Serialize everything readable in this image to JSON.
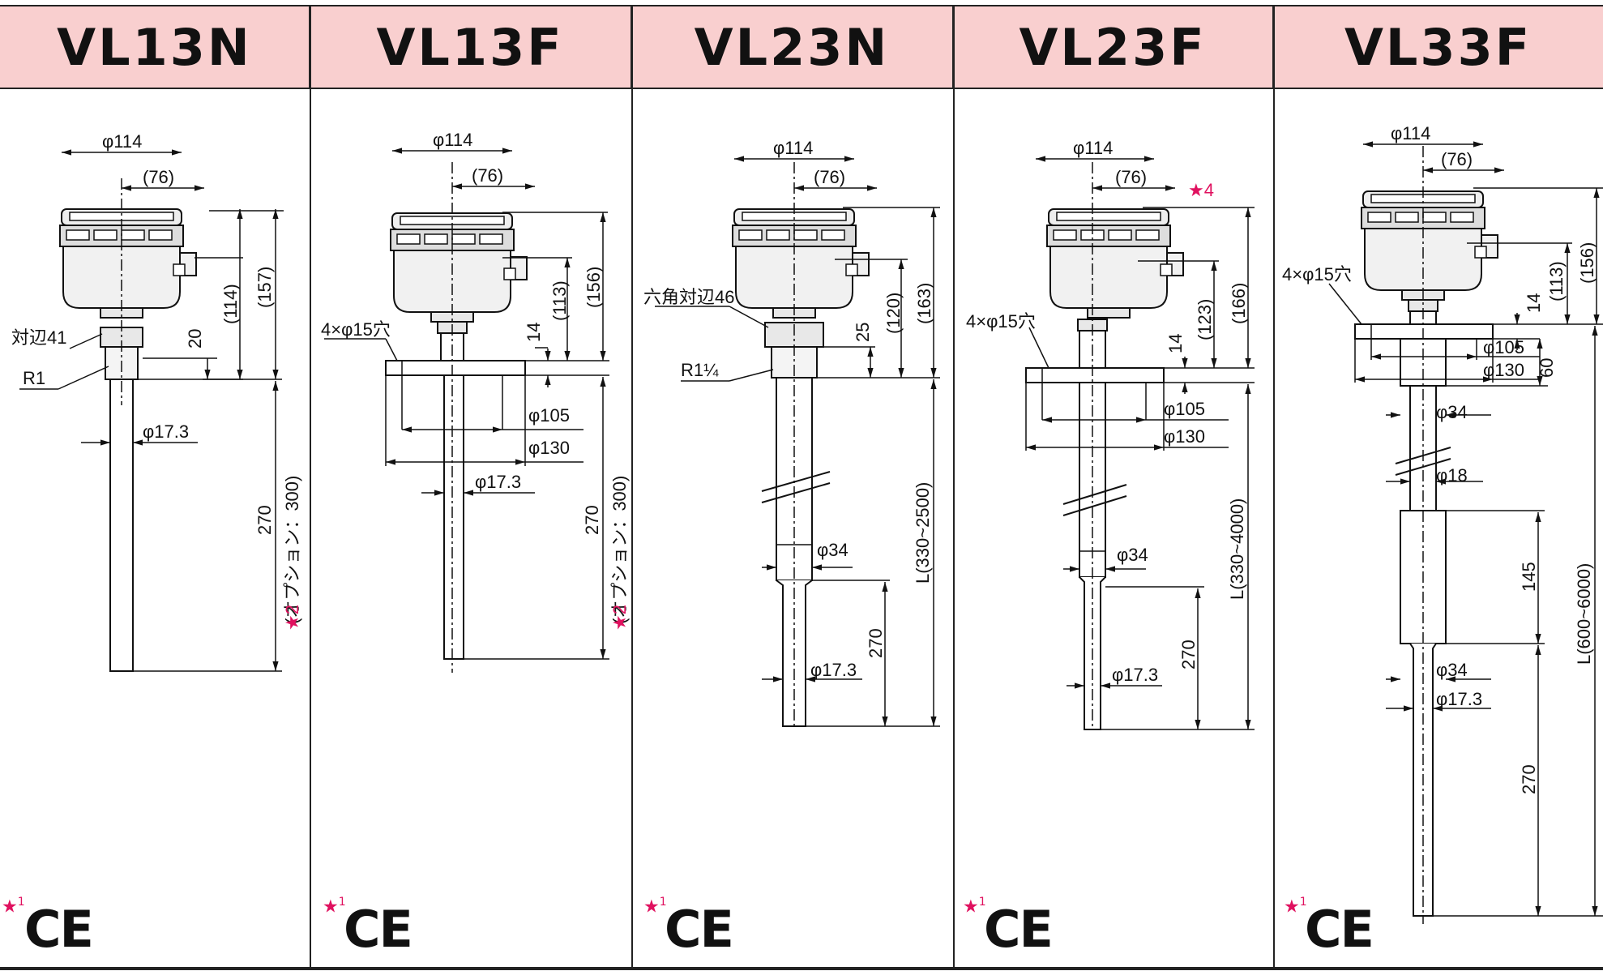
{
  "headers": [
    "VL13N",
    "VL13F",
    "VL23N",
    "VL23F",
    "VL33F"
  ],
  "ce_mark": "CE",
  "star_mark": "★",
  "note_ref_1": "1",
  "colors": {
    "header_bg": "#f9cfcf",
    "accent_star": "#e0115f",
    "line": "#111111",
    "housing": "#f1f1f1"
  },
  "vl13n": {
    "d_head": "φ114",
    "d_76": "(76)",
    "h157": "(157)",
    "h114": "(114)",
    "h20": "20",
    "hex": "対辺41",
    "thread": "R1",
    "d_rod": "φ17.3",
    "len": "270",
    "option": "(オプション：300)",
    "note": "2"
  },
  "vl13f": {
    "d_head": "φ114",
    "d_76": "(76)",
    "h156": "(156)",
    "h113": "(113)",
    "h14": "14",
    "holes": "4×φ15穴",
    "pcd": "φ105",
    "flange": "φ130",
    "d_rod": "φ17.3",
    "len": "270",
    "option": "(オプション：300)",
    "note": "2"
  },
  "vl23n": {
    "d_head": "φ114",
    "d_76": "(76)",
    "hex": "六角対辺46",
    "thread": "R1¼",
    "h25": "25",
    "h120": "(120)",
    "h163": "(163)",
    "d_pipe": "φ34",
    "d_rod": "φ17.3",
    "len": "270",
    "L": "L(330~2500)"
  },
  "vl23f": {
    "d_head": "φ114",
    "d_76": "(76)",
    "note": "4",
    "holes": "4×φ15穴",
    "h14": "14",
    "h123": "(123)",
    "h166": "(166)",
    "pcd": "φ105",
    "flange": "φ130",
    "d_pipe": "φ34",
    "d_rod": "φ17.3",
    "len": "270",
    "L": "L(330~4000)"
  },
  "vl33f": {
    "d_head": "φ114",
    "d_76": "(76)",
    "holes": "4×φ15穴",
    "h14": "14",
    "h113": "(113)",
    "h156": "(156)",
    "pcd": "φ105",
    "flange": "φ130",
    "h60": "60",
    "d_pipe": "φ34",
    "d_thin": "φ18",
    "h145": "145",
    "d_pipe2": "φ34",
    "d_rod": "φ17.3",
    "len": "270",
    "L": "L(600~6000)"
  }
}
